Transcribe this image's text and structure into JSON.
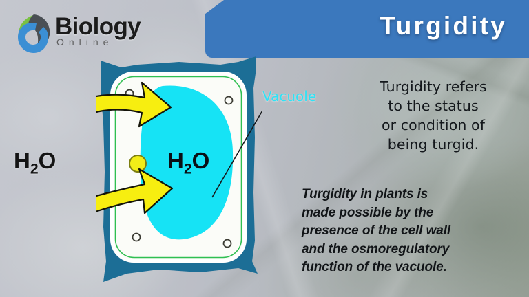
{
  "header": {
    "logo_name": "Biology",
    "logo_sub": "Online",
    "logo_mark_icon": "biology-online-b-leaf-logo",
    "title": "Turgidity"
  },
  "diagram": {
    "name": "plant-cell-turgidity-diagram",
    "external_water_label_html": "H<sub>2</sub>O",
    "vacuole_water_label_html": "H<sub>2</sub>O",
    "vacuole_label": "Vacuole",
    "arrow_1_icon": "curved-yellow-arrow-right",
    "arrow_2_icon": "curved-yellow-arrow-right",
    "colors": {
      "cell_wall": "#1c6e96",
      "cytoplasm": "#fbfcf8",
      "cell_membrane": "#2fbf52",
      "vacuole": "#16e3f5",
      "nucleus": "#f2ee18",
      "nucleus_outline": "#7d7f12",
      "arrow_fill": "#f7ee10",
      "arrow_outline": "#14140a",
      "organelle_outline": "#3b3b33"
    },
    "organelle_count": 4
  },
  "notes": {
    "definition": "Turgidity refers to the status or condition of being turgid.",
    "definition_lines": [
      "Turgidity refers",
      "to the status",
      "or condition of",
      "being turgid."
    ],
    "explanation": "Turgidity in plants is made possible by the presence of the cell wall and the osmoregulatory function of the vacuole.",
    "explanation_lines": [
      "Turgidity in plants is",
      "made possible by the",
      "presence of the cell wall",
      "and the osmoregulatory",
      "function of the vacuole."
    ]
  },
  "theme": {
    "banner_blue": "#3b78bd",
    "title_color": "#ffffff",
    "background": "#b9bcc4",
    "vacuole_label_color": "#2fe2f5",
    "body_text_color": "#14181c"
  }
}
